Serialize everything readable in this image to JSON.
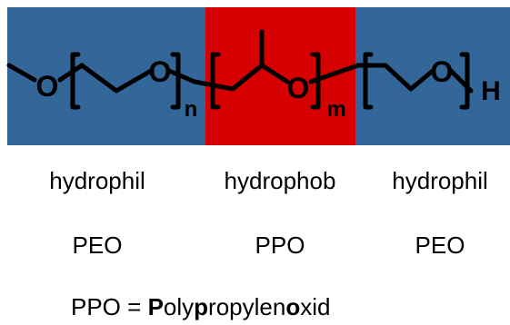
{
  "colors": {
    "hydrophilic_block": "#336699",
    "hydrophobic_block": "#d60000",
    "bond": "#000000"
  },
  "structure": {
    "repeat_n": "n",
    "repeat_m": "m",
    "oxygen": "O",
    "terminal": "H"
  },
  "blocks": [
    {
      "property": "hydrophil",
      "abbreviation": "PEO"
    },
    {
      "property": "hydrophob",
      "abbreviation": "PPO"
    },
    {
      "property": "hydrophil",
      "abbreviation": "PEO"
    }
  ],
  "definition": {
    "abbr": "PPO",
    "equals": " = ",
    "parts": [
      {
        "text": "P",
        "bold": true
      },
      {
        "text": "oly",
        "bold": false
      },
      {
        "text": "p",
        "bold": true
      },
      {
        "text": "ropylen",
        "bold": false
      },
      {
        "text": "o",
        "bold": true
      },
      {
        "text": "xid",
        "bold": false
      }
    ]
  }
}
